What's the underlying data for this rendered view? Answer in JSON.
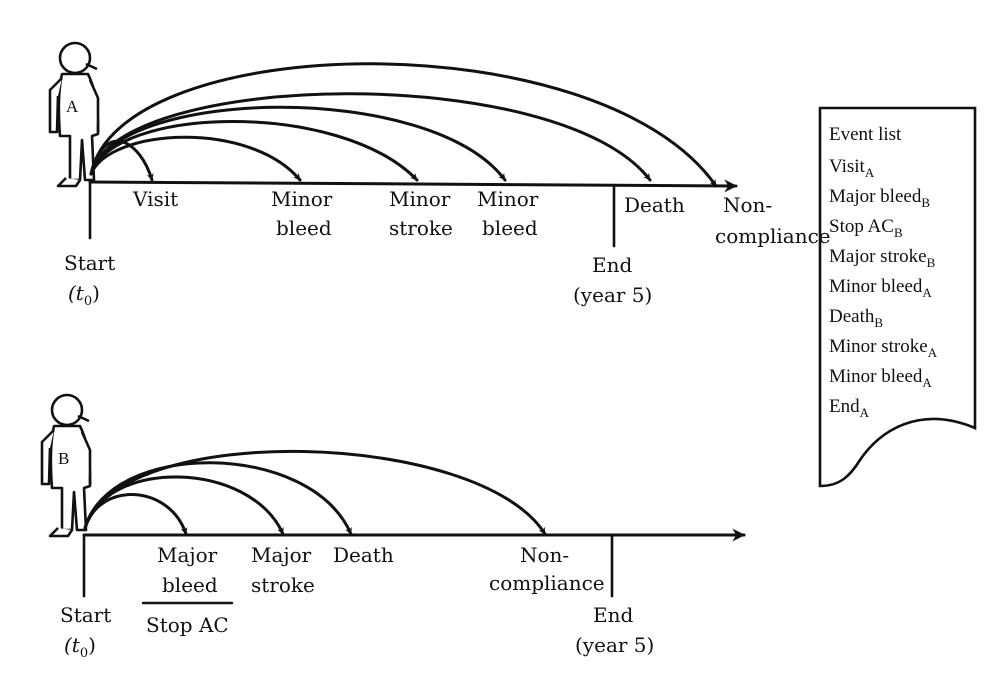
{
  "patient_a": {
    "figure_label": "A",
    "events": [
      "Visit",
      "Minor",
      "bleed",
      "Minor",
      "stroke",
      "Minor",
      "bleed",
      "Death",
      "Non-",
      "compliance"
    ],
    "start_label": "Start",
    "start_time": "(t",
    "start_time_sub": "0",
    "start_time_close": ")",
    "end_label": "End",
    "end_sub_label": "(year 5)"
  },
  "patient_b": {
    "figure_label": "B",
    "events": [
      "Major",
      "bleed",
      "Major",
      "stroke",
      "Death",
      "Non-",
      "compliance"
    ],
    "extra_event": "Stop AC",
    "start_label": "Start",
    "start_time": "(t",
    "start_time_sub": "0",
    "start_time_close": ")",
    "end_label": "End",
    "end_sub_label": "(year 5)"
  },
  "event_list": {
    "title": "Event list",
    "items": [
      {
        "name": "Visit",
        "sub": "A"
      },
      {
        "name": "Major bleed",
        "sub": "B"
      },
      {
        "name": "Stop AC",
        "sub": "B"
      },
      {
        "name": "Major stroke",
        "sub": "B"
      },
      {
        "name": "Minor bleed",
        "sub": "A"
      },
      {
        "name": "Death",
        "sub": "B"
      },
      {
        "name": "Minor stroke",
        "sub": "A"
      },
      {
        "name": "Minor bleed",
        "sub": "A"
      },
      {
        "name": "End",
        "sub": "A"
      }
    ]
  },
  "colors": {
    "ink": "#111111",
    "background": "#ffffff"
  }
}
